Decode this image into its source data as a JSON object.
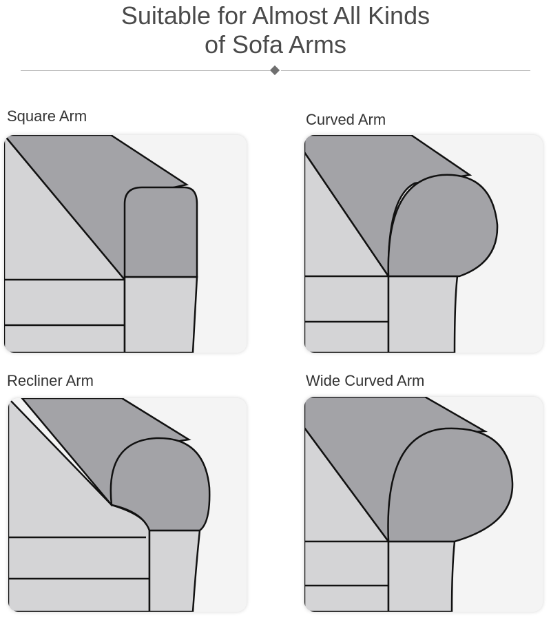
{
  "headline": {
    "line1": "Suitable for Almost All Kinds",
    "line2": "of Sofa Arms"
  },
  "arm_types": [
    {
      "label": "Square Arm"
    },
    {
      "label": "Curved Arm"
    },
    {
      "label": "Recliner Arm"
    },
    {
      "label": "Wide Curved Arm"
    }
  ],
  "colors": {
    "cover_dark": "#a3a3a7",
    "cover_light": "#d4d4d6",
    "tile_bg": "#f4f4f4",
    "outline": "#111111"
  }
}
